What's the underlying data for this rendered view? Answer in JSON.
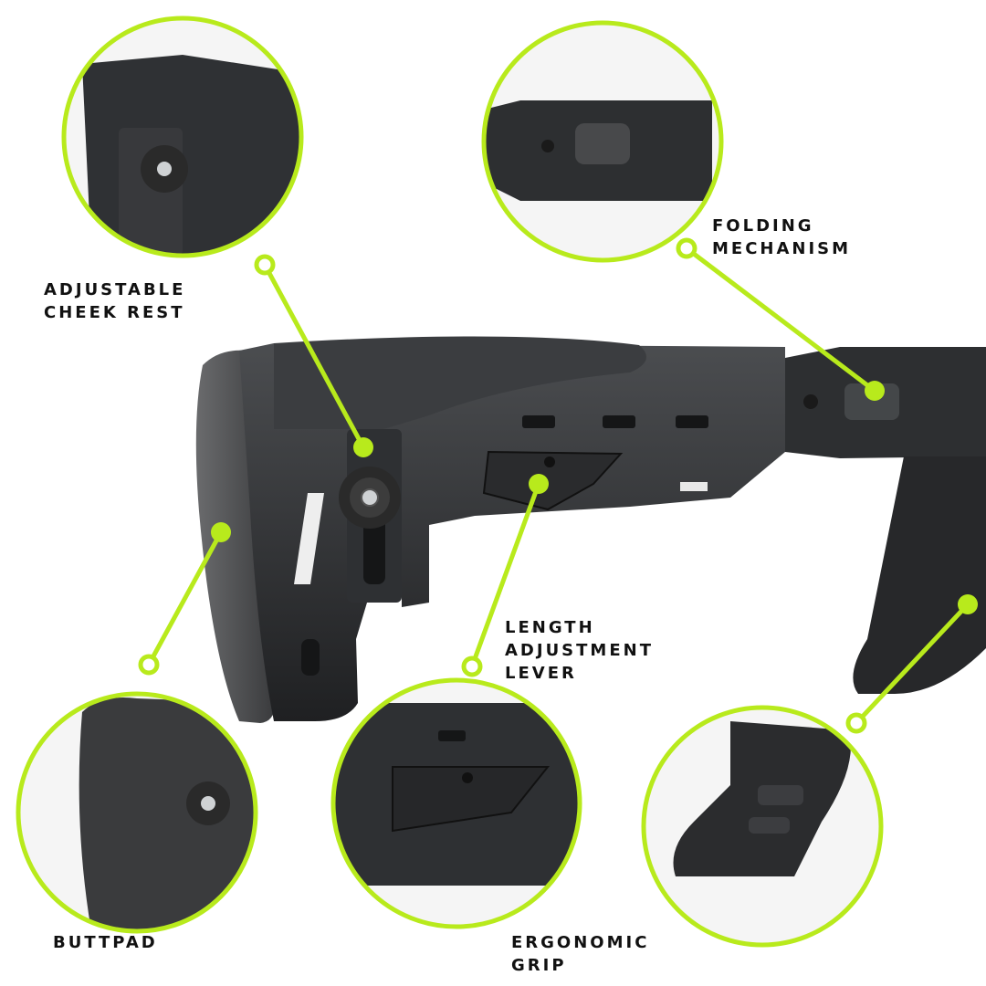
{
  "accent_color": "#b8ea1c",
  "labels": {
    "cheek_rest": [
      "ADJUSTABLE",
      "CHEEK REST"
    ],
    "folding_mechanism": [
      "FOLDING",
      "MECHANISM"
    ],
    "length_lever": [
      "LENGTH",
      "ADJUSTMENT",
      "LEVER"
    ],
    "buttpad": [
      "BUTTPAD"
    ],
    "ergonomic_grip": [
      "ERGONOMIC",
      "GRIP"
    ]
  }
}
